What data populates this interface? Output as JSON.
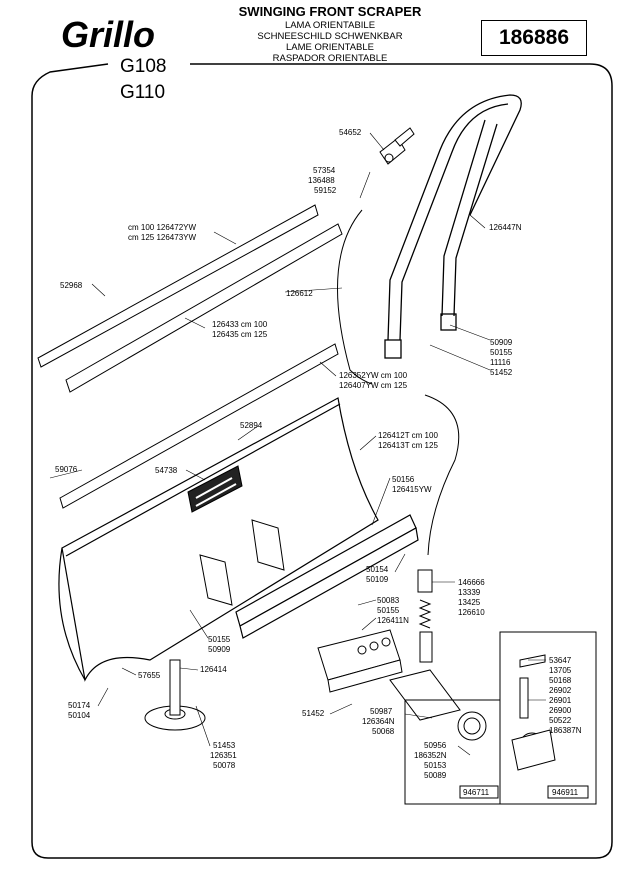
{
  "header": {
    "brand": "Grillo",
    "models": [
      "G108",
      "G110"
    ],
    "title": "SWINGING FRONT SCRAPER",
    "subtitles": [
      "LAMA ORIENTABILE",
      "SCHNEESCHILD SCHWENKBAR",
      "LAME ORIENTABLE",
      "RASPADOR ORIENTABLE"
    ],
    "code": "186886"
  },
  "parts": [
    {
      "id": "54652",
      "text": "54652"
    },
    {
      "id": "57354",
      "text": "57354"
    },
    {
      "id": "136488",
      "text": "136488"
    },
    {
      "id": "59152",
      "text": "59152"
    },
    {
      "id": "126447N",
      "text": "126447N"
    },
    {
      "id": "126472YW",
      "text": "cm 100 126472YW"
    },
    {
      "id": "126473YW",
      "text": "cm 125 126473YW"
    },
    {
      "id": "52968",
      "text": "52968"
    },
    {
      "id": "126612",
      "text": "126612"
    },
    {
      "id": "126433",
      "text": "126433 cm 100"
    },
    {
      "id": "126435",
      "text": "126435 cm 125"
    },
    {
      "id": "50909a",
      "text": "50909"
    },
    {
      "id": "50155a",
      "text": "50155"
    },
    {
      "id": "11116",
      "text": "11116"
    },
    {
      "id": "51452a",
      "text": "51452"
    },
    {
      "id": "126352YW",
      "text": "126352YW cm 100"
    },
    {
      "id": "126407YW",
      "text": "126407YW cm 125"
    },
    {
      "id": "52894",
      "text": "52894"
    },
    {
      "id": "126412T",
      "text": "126412T cm 100"
    },
    {
      "id": "126413T",
      "text": "126413T cm 125"
    },
    {
      "id": "59076",
      "text": "59076"
    },
    {
      "id": "54738",
      "text": "54738"
    },
    {
      "id": "50156",
      "text": "50156"
    },
    {
      "id": "126415YW",
      "text": "126415YW"
    },
    {
      "id": "50154",
      "text": "50154"
    },
    {
      "id": "50109",
      "text": "50109"
    },
    {
      "id": "146666",
      "text": "146666"
    },
    {
      "id": "13339",
      "text": "13339"
    },
    {
      "id": "13425",
      "text": "13425"
    },
    {
      "id": "126610",
      "text": "126610"
    },
    {
      "id": "50083",
      "text": "50083"
    },
    {
      "id": "50155b",
      "text": "50155"
    },
    {
      "id": "126411N",
      "text": "126411N"
    },
    {
      "id": "50155c",
      "text": "50155"
    },
    {
      "id": "50909b",
      "text": "50909"
    },
    {
      "id": "126414",
      "text": "126414"
    },
    {
      "id": "57655",
      "text": "57655"
    },
    {
      "id": "50174",
      "text": "50174"
    },
    {
      "id": "50104",
      "text": "50104"
    },
    {
      "id": "51452b",
      "text": "51452"
    },
    {
      "id": "50987",
      "text": "50987"
    },
    {
      "id": "126364N",
      "text": "126364N"
    },
    {
      "id": "50068",
      "text": "50068"
    },
    {
      "id": "51453",
      "text": "51453"
    },
    {
      "id": "126351",
      "text": "126351"
    },
    {
      "id": "50078",
      "text": "50078"
    },
    {
      "id": "53647",
      "text": "53647"
    },
    {
      "id": "13705",
      "text": "13705"
    },
    {
      "id": "50168",
      "text": "50168"
    },
    {
      "id": "26902",
      "text": "26902"
    },
    {
      "id": "26901",
      "text": "26901"
    },
    {
      "id": "26900",
      "text": "26900"
    },
    {
      "id": "50522",
      "text": "50522"
    },
    {
      "id": "186387N",
      "text": "186387N"
    },
    {
      "id": "50956",
      "text": "50956"
    },
    {
      "id": "186352N",
      "text": "186352N"
    },
    {
      "id": "50153",
      "text": "50153"
    },
    {
      "id": "50089",
      "text": "50089"
    }
  ],
  "inset_codes": {
    "left": "946711",
    "right": "946911"
  }
}
